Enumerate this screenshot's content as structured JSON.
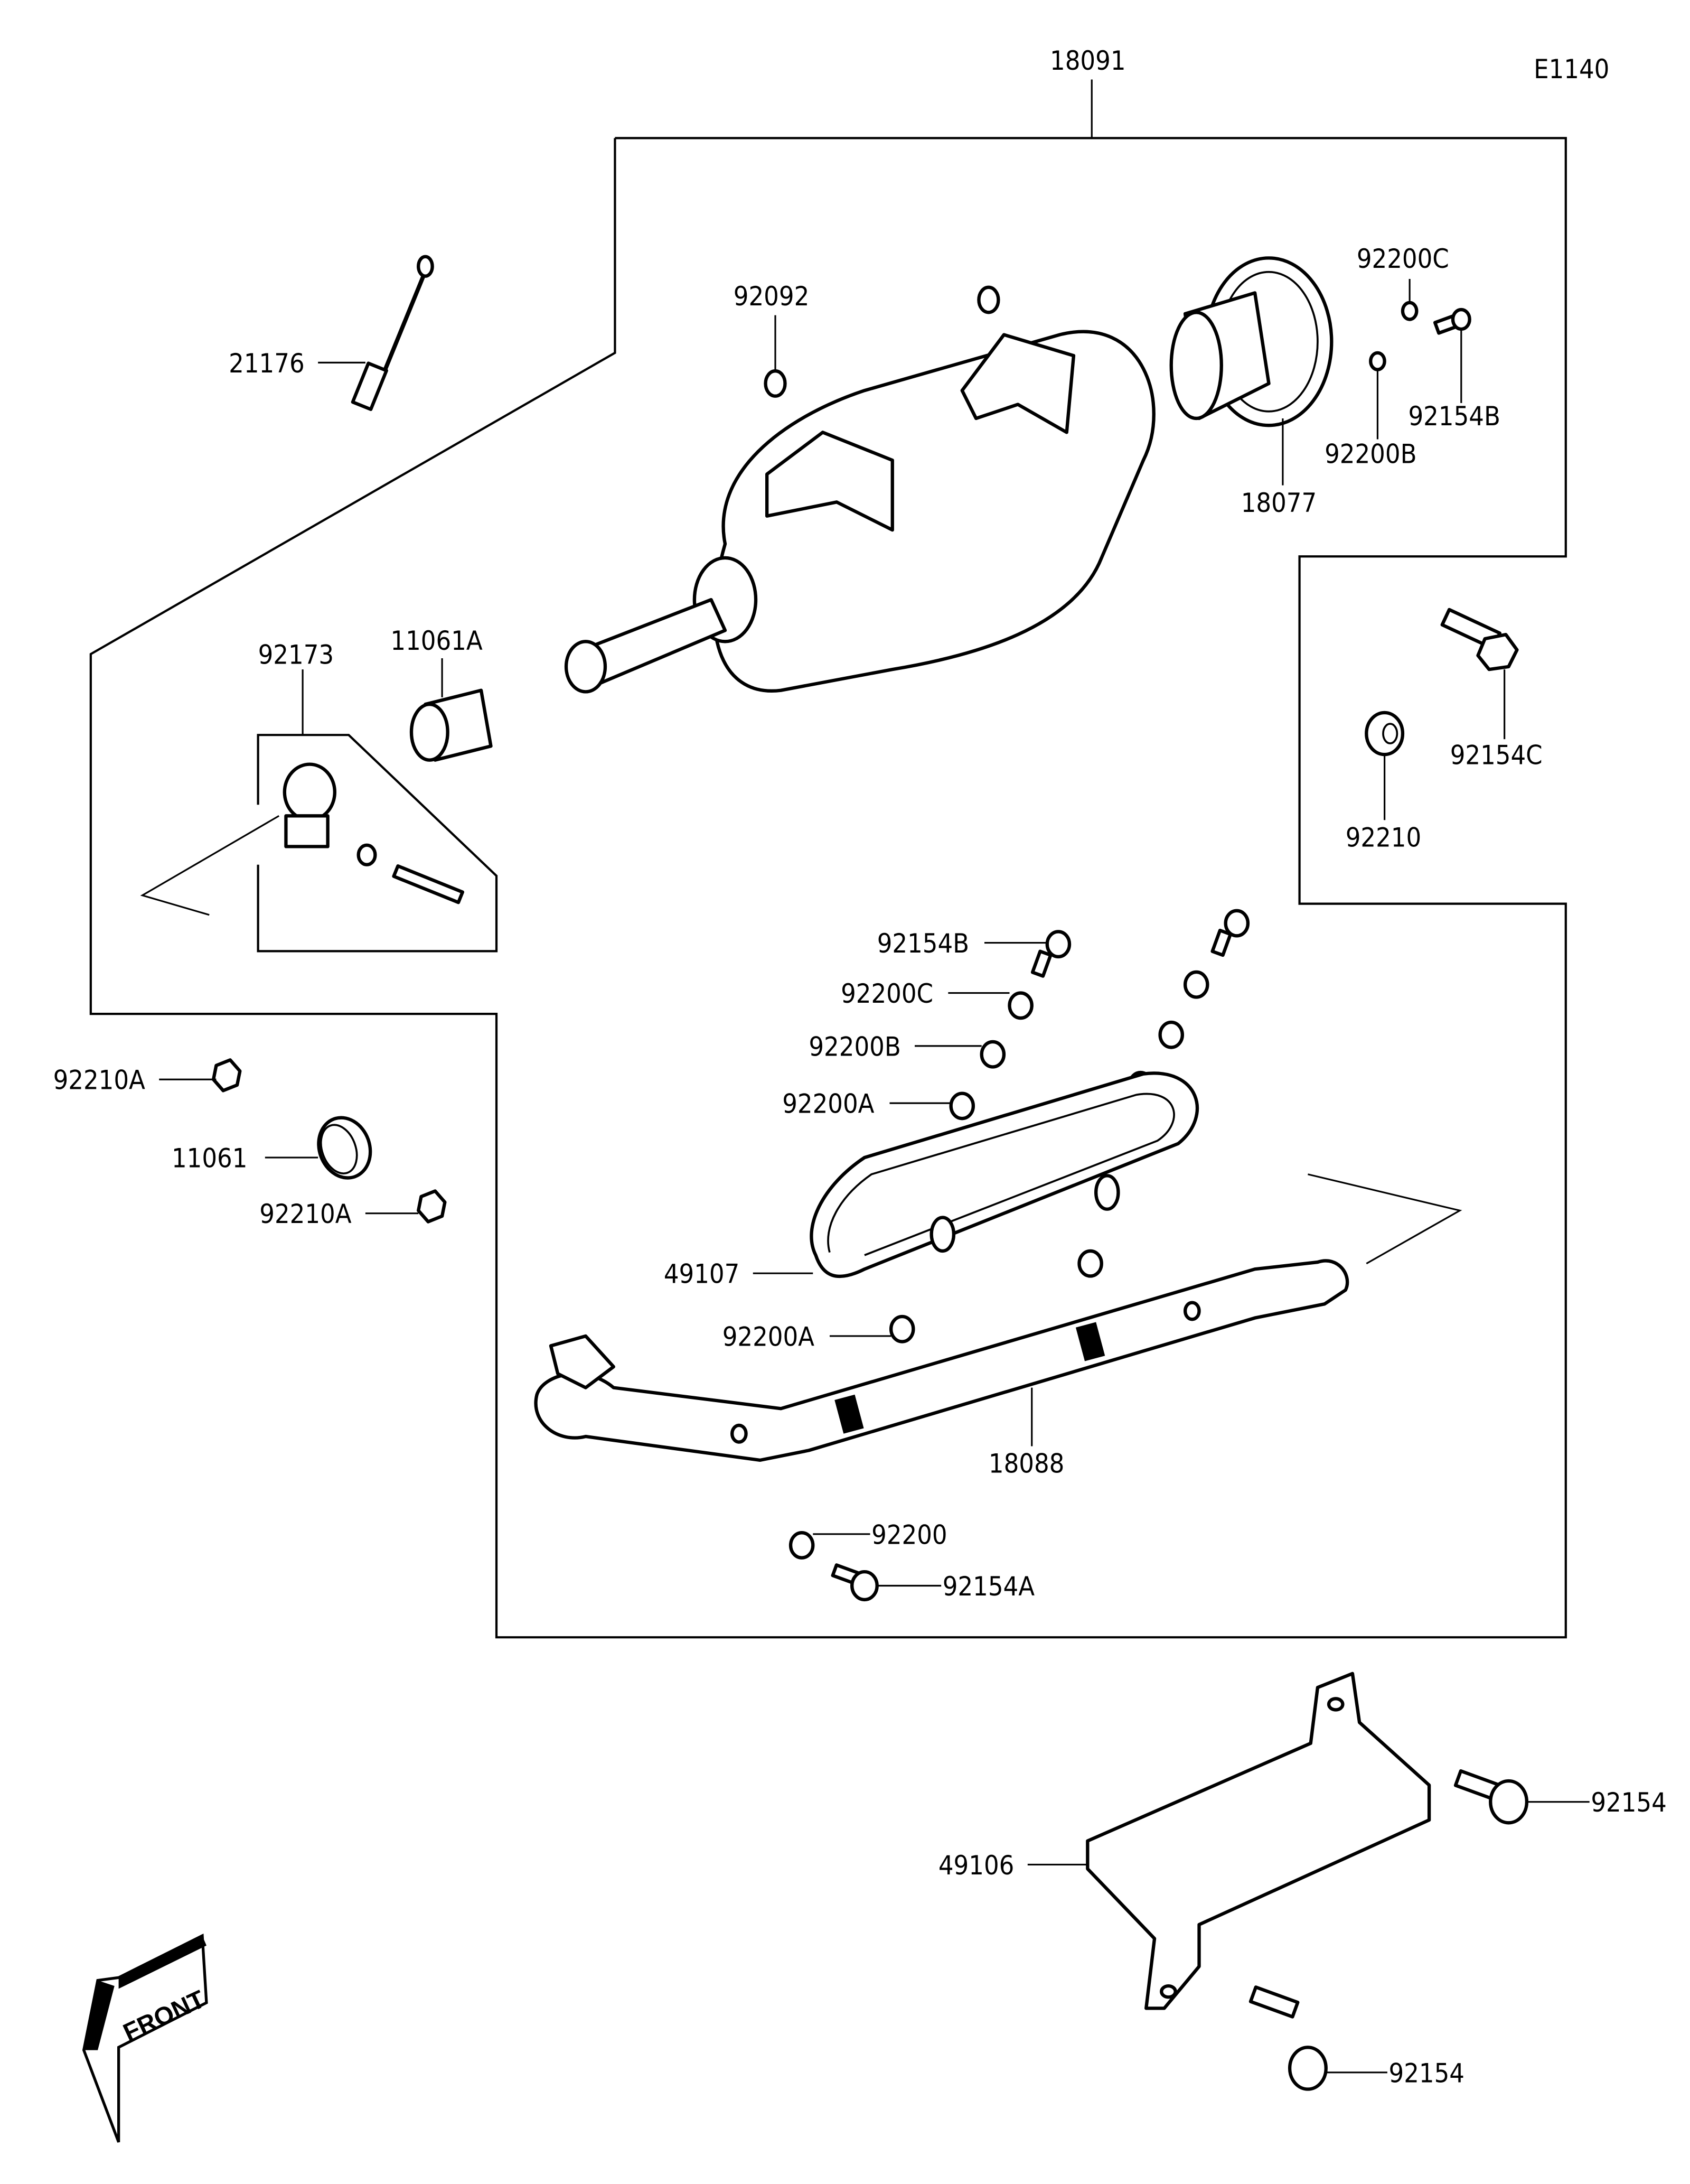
{
  "diagram": {
    "code": "E1140",
    "front_label": "FRONT",
    "line_color": "#000000",
    "background_color": "#ffffff"
  },
  "parts": {
    "p18091": "18091",
    "p21176": "21176",
    "p92092": "92092",
    "p92200C_top": "92200C",
    "p92154B_top": "92154B",
    "p92200B_top": "92200B",
    "p18077": "18077",
    "p92173": "92173",
    "p11061A": "11061A",
    "p92154C": "92154C",
    "p92210": "92210",
    "p92154B_mid": "92154B",
    "p92200C_mid": "92200C",
    "p92200B_mid": "92200B",
    "p92200A_mid": "92200A",
    "p92210A_1": "92210A",
    "p11061": "11061",
    "p92210A_2": "92210A",
    "p49107": "49107",
    "p92200A_low": "92200A",
    "p18088": "18088",
    "p92200": "92200",
    "p92154A": "92154A",
    "p49106": "49106",
    "p92154_1": "92154",
    "p92154_2": "92154"
  }
}
